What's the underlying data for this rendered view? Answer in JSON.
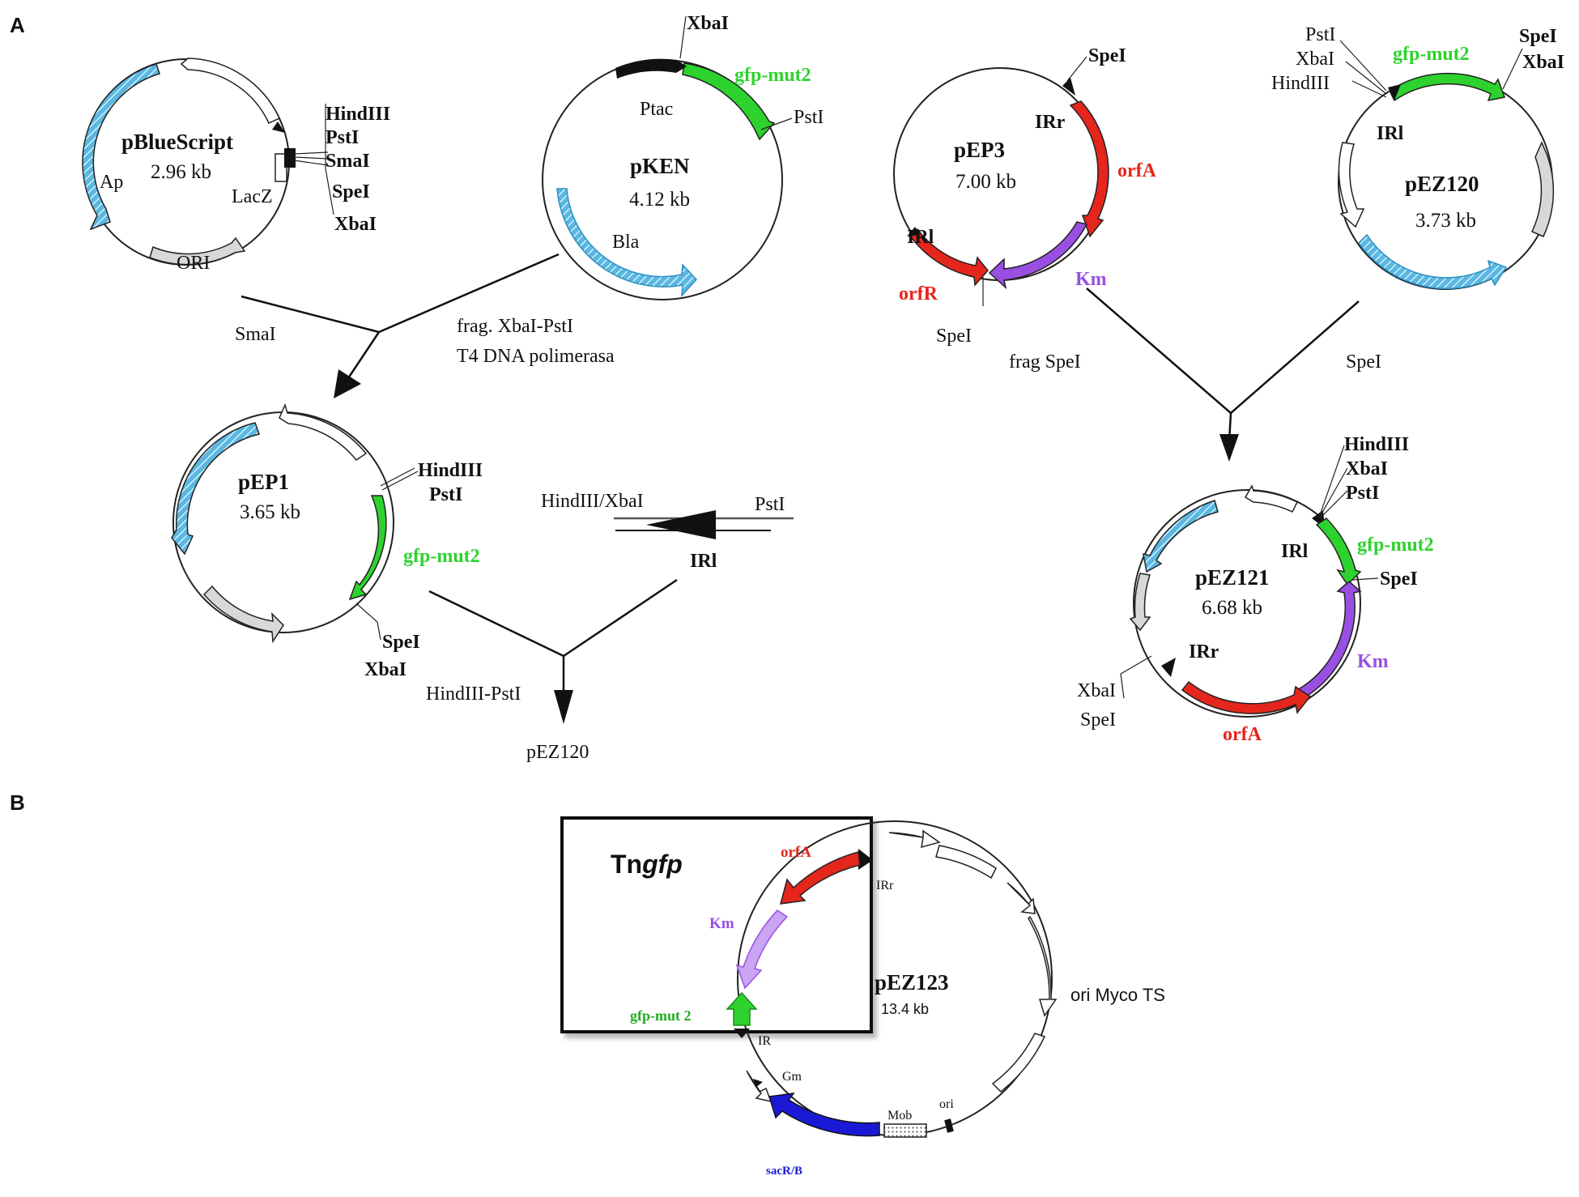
{
  "panels": {
    "a": {
      "letter": "A"
    },
    "b": {
      "letter": "B"
    }
  },
  "colors": {
    "ap_blue": "#5ab8e2",
    "gfp_green": "#2ed22e",
    "km_purple": "#9a4fe3",
    "orf_red": "#e4261d",
    "sacrb_blue": "#1a1ad6",
    "grey_feature": "#d8d8d8",
    "white_feature": "#ffffff"
  },
  "plasmids": {
    "pbluescript": {
      "name": "pBlueScript",
      "size": "2.96 kb",
      "ap": "Ap",
      "lacz": "LacZ",
      "ori": "ORI",
      "sites": {
        "hindiii": "HindIII",
        "psti": "PstI",
        "smai": "SmaI",
        "spei": "SpeI",
        "xbai": "XbaI"
      }
    },
    "pken": {
      "name": "pKEN",
      "size": "4.12 kb",
      "ptac": "Ptac",
      "bla": "Bla",
      "gfp": "gfp-mut2",
      "sites": {
        "xbai": "XbaI",
        "psti": "PstI"
      }
    },
    "pep3": {
      "name": "pEP3",
      "size": "7.00 kb",
      "irr": "IRr",
      "irl": "IRl",
      "orfa": "orfA",
      "orfr": "orfR",
      "km": "Km",
      "sites": {
        "spei_top": "SpeI",
        "spei_bottom": "SpeI"
      }
    },
    "pez120": {
      "name": "pEZ120",
      "size": "3.73 kb",
      "gfp": "gfp-mut2",
      "irl": "IRl",
      "sites": {
        "psti": "PstI",
        "xbai": "XbaI",
        "hindiii": "HindIII",
        "spei": "SpeI",
        "xbai_right": "XbaI"
      }
    },
    "pep1": {
      "name": "pEP1",
      "size": "3.65 kb",
      "gfp": "gfp-mut2",
      "sites": {
        "hindiii": "HindIII",
        "psti": "PstI",
        "spei": "SpeI",
        "xbai": "XbaI"
      }
    },
    "pez121": {
      "name": "pEZ121",
      "size": "6.68 kb",
      "irl": "IRl",
      "irr": "IRr",
      "gfp": "gfp-mut2",
      "km": "Km",
      "orfa": "orfA",
      "sites": {
        "hindiii": "HindIII",
        "xbai": "XbaI",
        "psti": "PstI",
        "spei": "SpeI",
        "xbai_left": "XbaI",
        "spei_left": "SpeI"
      }
    },
    "pez123": {
      "name": "pEZ123",
      "size": "13.4 kb",
      "box_title_prefix": "Tn",
      "box_title_italic": "gfp",
      "orfa": "orfA",
      "irr": "IRr",
      "km": "Km",
      "gfp": "gfp-mut 2",
      "ir": "IR",
      "gm": "Gm",
      "sacrb": "sacR/B",
      "mob": "Mob",
      "ori": "ori",
      "ori_myco": "ori Myco TS"
    }
  },
  "steps": {
    "smai": "SmaI",
    "frag_xbai_psti": "frag. XbaI-PstI",
    "t4": "T4 DNA polimerasa",
    "frag_spei": "frag SpeI",
    "spei": "SpeI",
    "insert_left": "HindIII/XbaI",
    "insert_right": "PstI",
    "insert_irl": "IRl",
    "hindiii_psti": "HindIII-PstI",
    "product_pez120": "pEZ120"
  }
}
